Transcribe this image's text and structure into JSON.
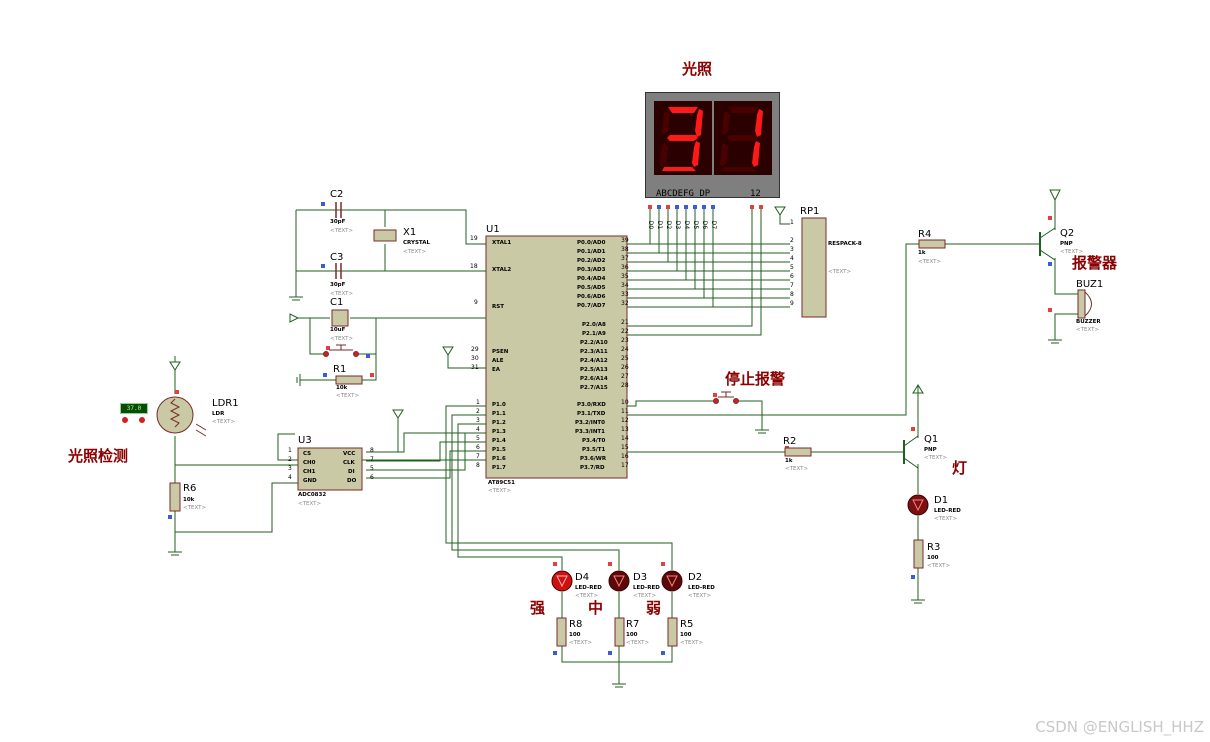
{
  "labels": {
    "title_light": "光照",
    "alarm_cn": "报警器",
    "stop_alarm": "停止报警",
    "light_detect": "光照检测",
    "lamp": "灯",
    "strong": "强",
    "medium": "中",
    "weak": "弱"
  },
  "display": {
    "digits": "31",
    "pins_label": "ABCDEFG  DP",
    "common_label": "12"
  },
  "lcd_readout": "37.0",
  "components": {
    "C2": {
      "ref": "C2",
      "value": "30pF",
      "text": "<TEXT>"
    },
    "C3": {
      "ref": "C3",
      "value": "30pF",
      "text": "<TEXT>"
    },
    "C1": {
      "ref": "C1",
      "value": "10uF",
      "text": "<TEXT>"
    },
    "X1": {
      "ref": "X1",
      "value": "CRYSTAL",
      "text": "<TEXT>"
    },
    "R1": {
      "ref": "R1",
      "value": "10k",
      "text": "<TEXT>"
    },
    "LDR1": {
      "ref": "LDR1",
      "value": "LDR",
      "text": "<TEXT>"
    },
    "R6": {
      "ref": "R6",
      "value": "10k",
      "text": "<TEXT>"
    },
    "U3": {
      "ref": "U3",
      "value": "ADC0832",
      "text": "<TEXT>"
    },
    "U1": {
      "ref": "U1",
      "value": "AT89C51",
      "text": "<TEXT>"
    },
    "RP1": {
      "ref": "RP1",
      "value": "RESPACK-8",
      "text": "<TEXT>"
    },
    "R4": {
      "ref": "R4",
      "value": "1k",
      "text": "<TEXT>"
    },
    "Q2": {
      "ref": "Q2",
      "value": "PNP",
      "text": "<TEXT>"
    },
    "BUZ1": {
      "ref": "BUZ1",
      "value": "BUZZER",
      "text": "<TEXT>"
    },
    "R2": {
      "ref": "R2",
      "value": "1k",
      "text": "<TEXT>"
    },
    "Q1": {
      "ref": "Q1",
      "value": "PNP",
      "text": "<TEXT>"
    },
    "D1": {
      "ref": "D1",
      "value": "LED-RED",
      "text": "<TEXT>"
    },
    "R3": {
      "ref": "R3",
      "value": "100",
      "text": "<TEXT>"
    },
    "D4": {
      "ref": "D4",
      "value": "LED-RED",
      "text": "<TEXT>"
    },
    "D3": {
      "ref": "D3",
      "value": "LED-RED",
      "text": "<TEXT>"
    },
    "D2": {
      "ref": "D2",
      "value": "LED-RED",
      "text": "<TEXT>"
    },
    "R8": {
      "ref": "R8",
      "value": "100",
      "text": "<TEXT>"
    },
    "R7": {
      "ref": "R7",
      "value": "100",
      "text": "<TEXT>"
    },
    "R5": {
      "ref": "R5",
      "value": "100",
      "text": "<TEXT>"
    }
  },
  "u1_pins": {
    "left": [
      "XTAL1",
      "XTAL2",
      "RST",
      "PSEN",
      "ALE",
      "EA",
      "P1.0",
      "P1.1",
      "P1.2",
      "P1.3",
      "P1.4",
      "P1.5",
      "P1.6",
      "P1.7"
    ],
    "left_nums": [
      "19",
      "18",
      "9",
      "29",
      "30",
      "31",
      "1",
      "2",
      "3",
      "4",
      "5",
      "6",
      "7",
      "8"
    ],
    "right_p0": [
      "P0.0/AD0",
      "P0.1/AD1",
      "P0.2/AD2",
      "P0.3/AD3",
      "P0.4/AD4",
      "P0.5/AD5",
      "P0.6/AD6",
      "P0.7/AD7"
    ],
    "right_p0_nums": [
      "39",
      "38",
      "37",
      "36",
      "35",
      "34",
      "33",
      "32"
    ],
    "right_p2": [
      "P2.0/A8",
      "P2.1/A9",
      "P2.2/A10",
      "P2.3/A11",
      "P2.4/A12",
      "P2.5/A13",
      "P2.6/A14",
      "P2.7/A15"
    ],
    "right_p2_nums": [
      "21",
      "22",
      "23",
      "24",
      "25",
      "26",
      "27",
      "28"
    ],
    "right_p3": [
      "P3.0/RXD",
      "P3.1/TXD",
      "P3.2/INT0",
      "P3.3/INT1",
      "P3.4/T0",
      "P3.5/T1",
      "P3.6/WR",
      "P3.7/RD"
    ],
    "right_p3_nums": [
      "10",
      "11",
      "12",
      "13",
      "14",
      "15",
      "16",
      "17"
    ]
  },
  "u3_pins": {
    "left": [
      "CS",
      "CH0",
      "CH1",
      "GND"
    ],
    "left_nums": [
      "1",
      "2",
      "3",
      "4"
    ],
    "right": [
      "VCC",
      "CLK",
      "DI",
      "DO"
    ],
    "right_nums": [
      "8",
      "7",
      "5",
      "6"
    ]
  },
  "seg_nets": [
    "D0",
    "D1",
    "D2",
    "D3",
    "D4",
    "D5",
    "D6",
    "D7"
  ],
  "rp1_pins": [
    "1",
    "2",
    "3",
    "4",
    "5",
    "6",
    "7",
    "8",
    "9"
  ],
  "watermark": "CSDN @ENGLISH_HHZ"
}
